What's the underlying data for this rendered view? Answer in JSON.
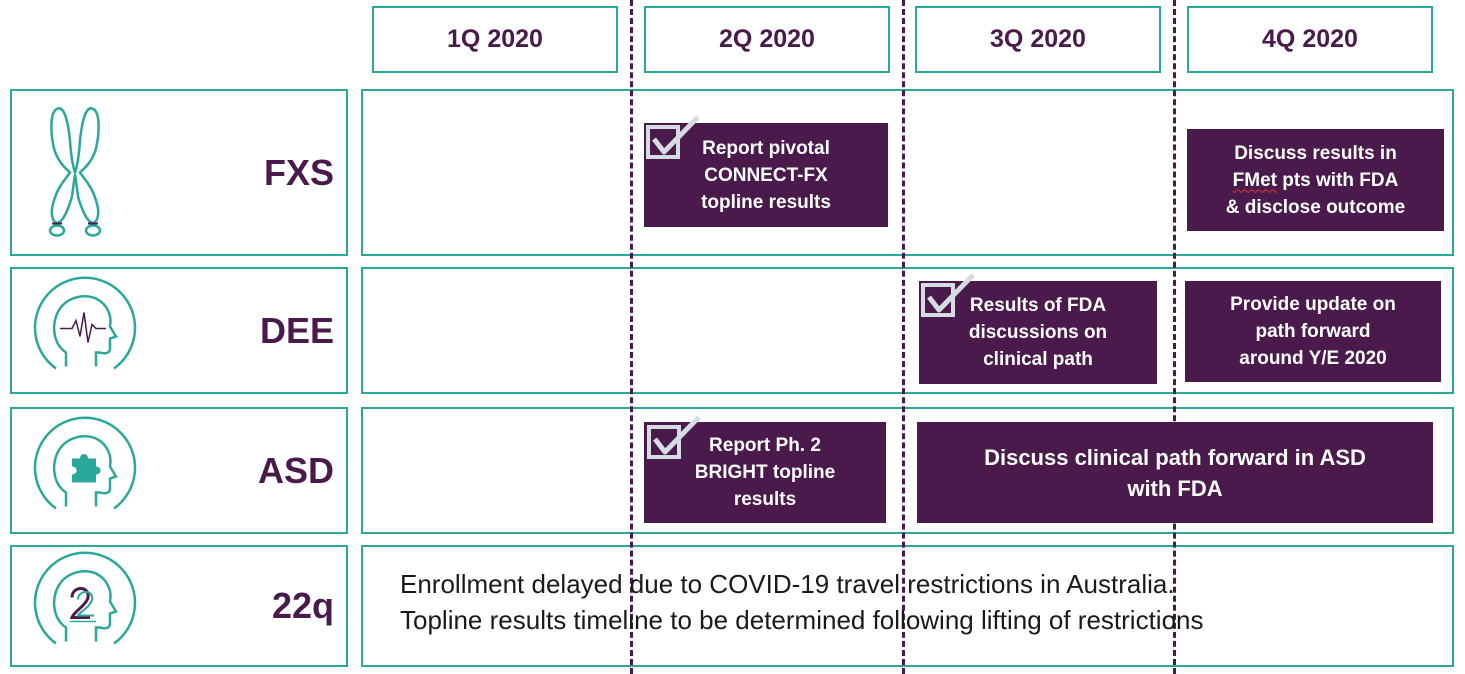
{
  "quarters": [
    "1Q 2020",
    "2Q 2020",
    "3Q 2020",
    "4Q 2020"
  ],
  "colors": {
    "teal": "#2aa99a",
    "purple": "#4a1a4c",
    "check": "#d5dce2"
  },
  "rows": [
    {
      "label": "FXS",
      "icon": "chromosome-icon"
    },
    {
      "label": "DEE",
      "icon": "head-brainwave-icon"
    },
    {
      "label": "ASD",
      "icon": "head-puzzle-icon"
    },
    {
      "label": "22q",
      "icon": "head-22-icon"
    }
  ],
  "milestones": {
    "fxs_2q": {
      "lines": [
        "Report pivotal",
        "CONNECT-FX",
        "topline results"
      ],
      "completed": true
    },
    "fxs_4q": {
      "lines": [
        "Discuss results in",
        "FMet",
        " pts with FDA",
        "& disclose outcome"
      ],
      "completed": false
    },
    "dee_3q": {
      "lines": [
        "Results of FDA",
        "discussions on",
        "clinical path"
      ],
      "completed": true
    },
    "dee_4q": {
      "lines": [
        "Provide update on",
        "path forward",
        "around Y/E 2020"
      ],
      "completed": false
    },
    "asd_2q": {
      "lines": [
        "Report Ph. 2",
        "BRIGHT topline",
        "results"
      ],
      "completed": true
    },
    "asd_3q4q": {
      "lines": [
        "Discuss clinical path forward in ASD",
        "with FDA"
      ],
      "completed": false
    }
  },
  "note_22q": {
    "line1": "Enrollment delayed due to COVID-19 travel restrictions in Australia.",
    "line2": "Topline results timeline to be determined following lifting of restrictions"
  }
}
